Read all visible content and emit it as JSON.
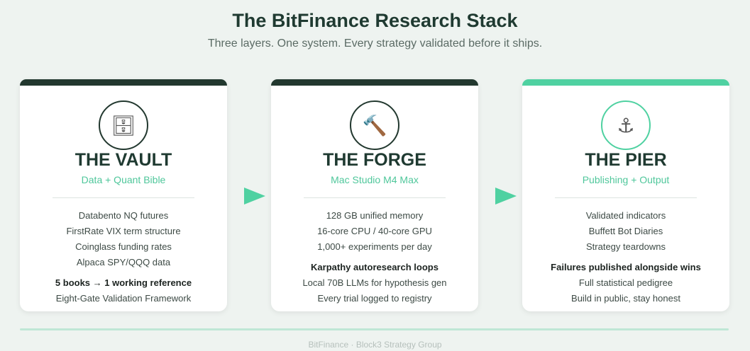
{
  "header": {
    "title": "The BitFinance Research Stack",
    "subtitle": "Three layers. One system. Every strategy validated before it ships."
  },
  "colors": {
    "accent": "#4fd1a1",
    "dark": "#22382f",
    "background": "#eef3f0"
  },
  "cards": [
    {
      "icon": "file-cabinet-icon",
      "glyph": "🗄",
      "name": "THE VAULT",
      "tag": "Data + Quant Bible",
      "items": [
        "Databento NQ futures",
        "FirstRate VIX term structure",
        "Coinglass funding rates",
        "Alpaca SPY/QQQ data"
      ],
      "emphasis": "5 books → 1 working reference",
      "after": [
        "Eight-Gate Validation Framework"
      ]
    },
    {
      "icon": "hammer-icon",
      "glyph": "🔨",
      "name": "THE FORGE",
      "tag": "Mac Studio M4 Max",
      "items": [
        "128 GB unified memory",
        "16-core CPU / 40-core GPU",
        "1,000+ experiments per day"
      ],
      "emphasis": "Karpathy autoresearch loops",
      "after": [
        "Local 70B LLMs for hypothesis gen",
        "Every trial logged to registry"
      ]
    },
    {
      "icon": "anchor-icon",
      "glyph": "⚓",
      "name": "THE PIER",
      "tag": "Publishing + Output",
      "items": [
        "Validated indicators",
        "Buffett Bot Diaries",
        "Strategy teardowns"
      ],
      "emphasis": "Failures published alongside wins",
      "after": [
        "Full statistical pedigree",
        "Build in public, stay honest"
      ]
    }
  ],
  "footer": {
    "text": "BitFinance · Block3 Strategy Group"
  }
}
